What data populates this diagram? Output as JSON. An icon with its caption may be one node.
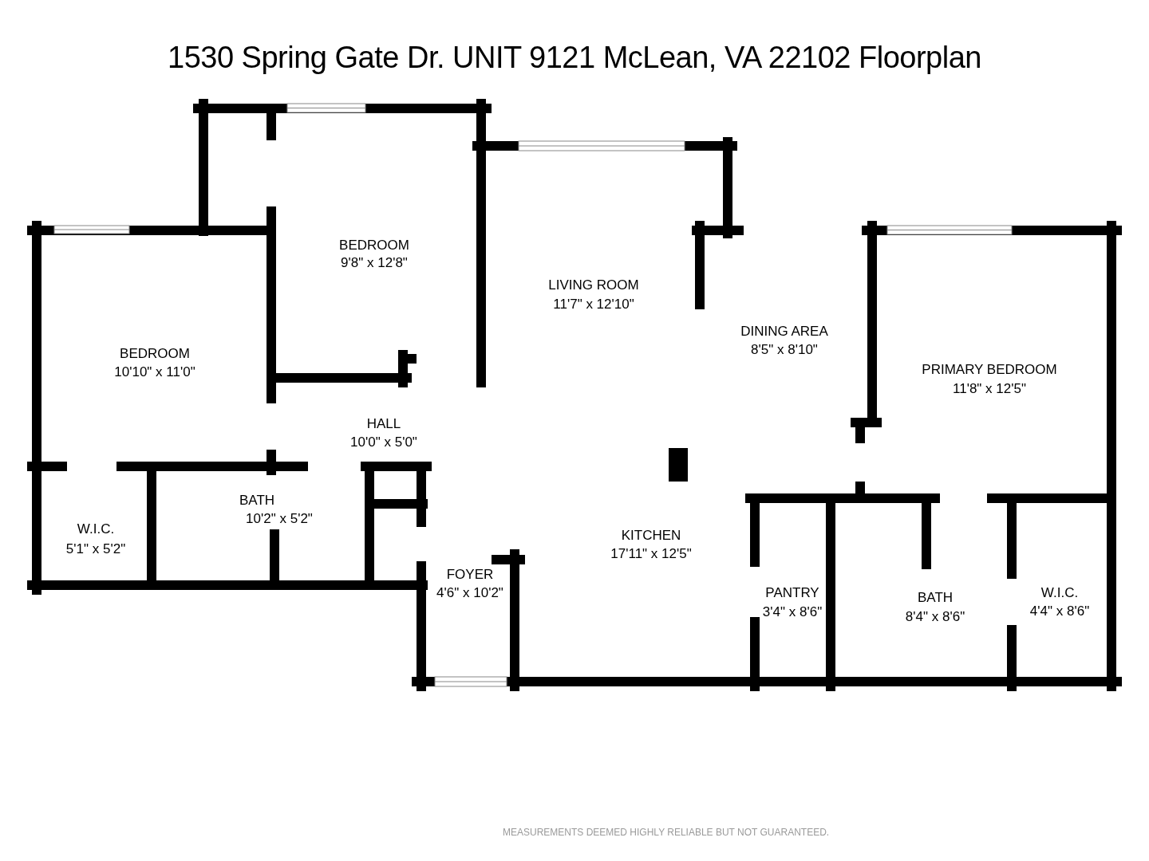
{
  "diagram": {
    "title": "1530 Spring Gate Dr. UNIT 9121 McLean, VA 22102 Floorplan",
    "caption": "MEASUREMENTS DEEMED HIGHLY RELIABLE BUT NOT GUARANTEED.",
    "labels": [
      "BEDROOM",
      "9'8\" x 12'8\"",
      "LIVING ROOM",
      "11'7\" x 12'10\"",
      "DINING AREA",
      "8'5\" x 8'10\"",
      "BEDROOM",
      "10'10\" x 11'0\"",
      "PRIMARY BEDROOM",
      "11'8\" x 12'5\"",
      "HALL",
      "10'0\" x 5'0\"",
      "BATH",
      "10'2\" x 5'2\"",
      "W.I.C.",
      "5'1\" x 5'2\"",
      "KITCHEN",
      "17'11\" x 12'5\"",
      "FOYER",
      "4'6\" x 10'2\"",
      "PANTRY",
      "3'4\" x 8'6\"",
      "W.I.C.",
      "4'4\" x 8'6\"",
      "BATH",
      "8'4\" x 8'6\""
    ]
  }
}
